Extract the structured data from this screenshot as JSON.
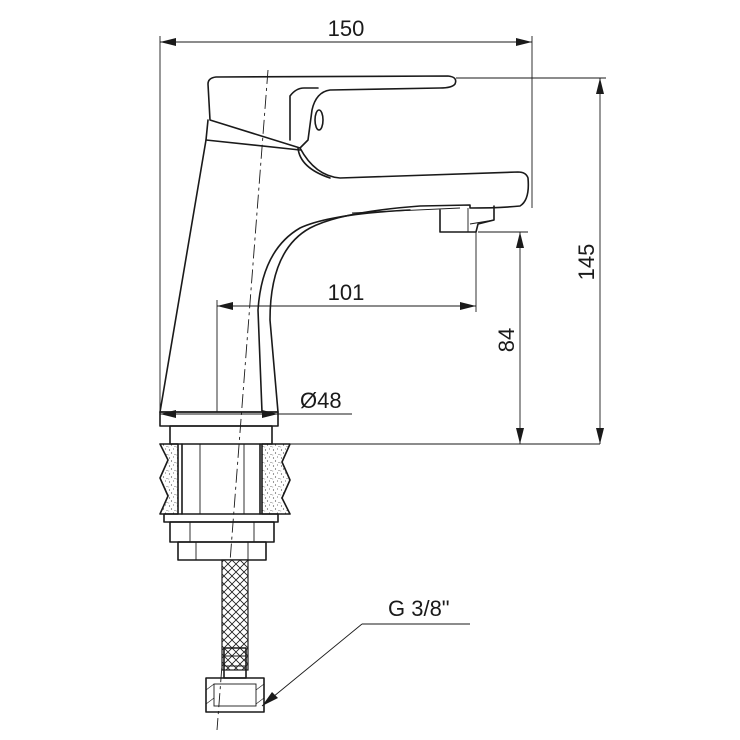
{
  "drawing": {
    "dimensions": {
      "total_width": "150",
      "total_height": "145",
      "spout_reach": "101",
      "spout_height": "84",
      "base_diameter": "Ø48"
    },
    "connection_label": "G 3/8\""
  }
}
